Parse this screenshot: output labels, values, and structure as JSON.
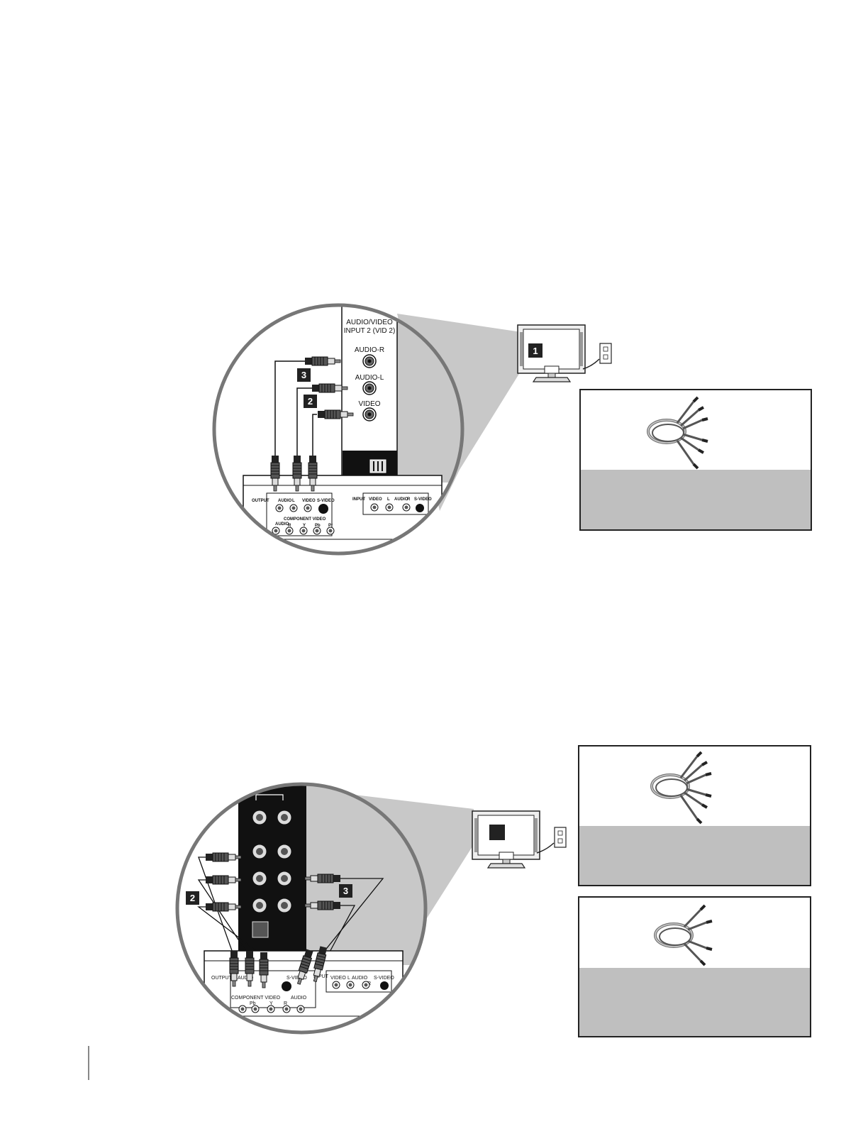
{
  "top_diagram": {
    "tv_panel": {
      "header_line1": "AUDIO/VIDEO",
      "header_line2": "INPUT 2 (VID 2)",
      "ports": [
        "AUDIO-R",
        "AUDIO-L",
        "VIDEO"
      ]
    },
    "callouts": [
      "3",
      "2"
    ],
    "tv_callout": "1",
    "device_panel": {
      "output_label": "OUTPUT",
      "output_ports": [
        "AUDIO",
        "L",
        "VIDEO",
        "S-VIDEO"
      ],
      "component_label": "COMPONENT VIDEO",
      "component_ports": [
        "AUDIO",
        "R",
        "Y",
        "Pb",
        "Pr"
      ],
      "input_label": "INPUT",
      "input_ports": [
        "VIDEO",
        "L",
        "AUDIO",
        "R",
        "S-VIDEO"
      ]
    }
  },
  "bottom_diagram": {
    "callouts": [
      "2",
      "3"
    ],
    "device_panel": {
      "output_label": "OUTPUT",
      "output_ports": [
        "AUDIO",
        "S-VIDEO"
      ],
      "component_labels": [
        "COMPONENT VIDEO",
        "Pb",
        "Y",
        "R",
        "AUDIO"
      ],
      "input_label": "INPUT",
      "input_ports": [
        "VIDEO",
        "L",
        "AUDIO",
        "R",
        "S-VIDEO"
      ]
    }
  }
}
